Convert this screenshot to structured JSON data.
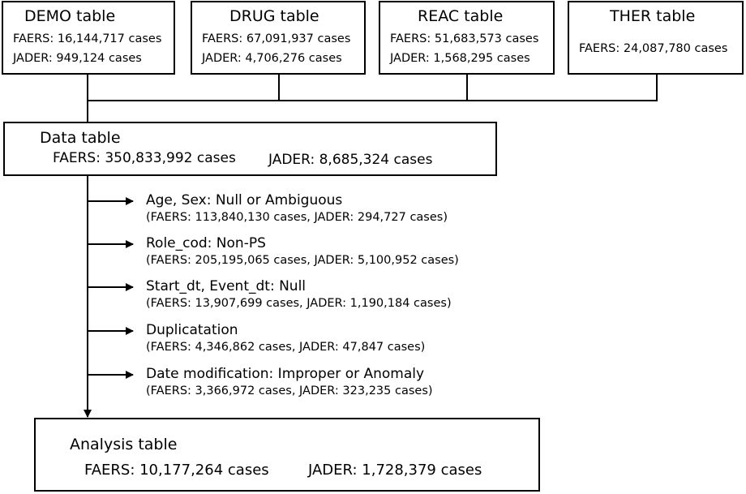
{
  "source_tables": [
    {
      "title": "DEMO table",
      "faers": "FAERS: 16,144,717 cases",
      "jader": "JADER: 949,124 cases"
    },
    {
      "title": "DRUG table",
      "faers": "FAERS: 67,091,937 cases",
      "jader": "JADER: 4,706,276 cases"
    },
    {
      "title": "REAC table",
      "faers": "FAERS: 51,683,573 cases",
      "jader": "JADER: 1,568,295 cases"
    },
    {
      "title": "THER table",
      "faers": "FAERS: 24,087,780 cases"
    }
  ],
  "data_table": {
    "title": "Data table",
    "faers": "FAERS:  350,833,992 cases",
    "jader": "JADER: 8,685,324 cases"
  },
  "exclusions": [
    {
      "label": "Age, Sex: Null or Ambiguous",
      "counts": "(FAERS: 113,840,130 cases, JADER: 294,727 cases)"
    },
    {
      "label": "Role_cod: Non-PS",
      "counts": "(FAERS: 205,195,065 cases, JADER: 5,100,952 cases)"
    },
    {
      "label": "Start_dt, Event_dt: Null",
      "counts": "(FAERS: 13,907,699 cases, JADER: 1,190,184 cases)"
    },
    {
      "label": "Duplicatation",
      "counts": "(FAERS: 4,346,862 cases, JADER: 47,847 cases)"
    },
    {
      "label": "Date modification: Improper or Anomaly",
      "counts": "(FAERS: 3,366,972 cases, JADER: 323,235 cases)"
    }
  ],
  "analysis_table": {
    "title": "Analysis table",
    "faers": "FAERS: 10,177,264 cases",
    "jader": "JADER: 1,728,379 cases"
  }
}
